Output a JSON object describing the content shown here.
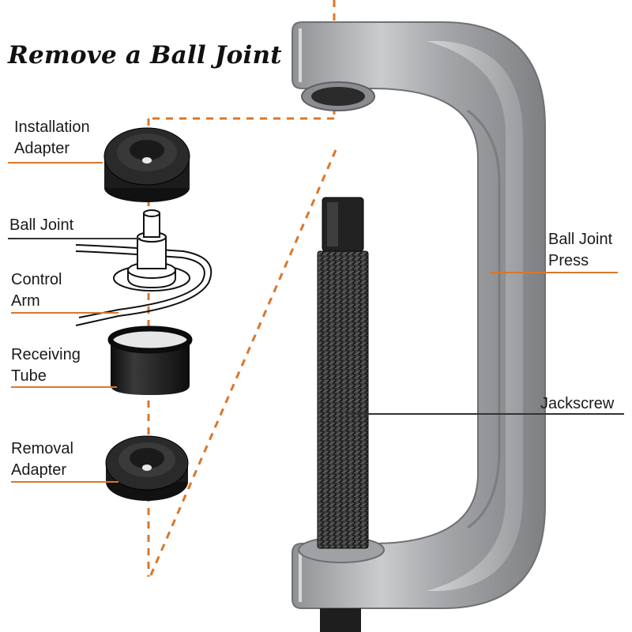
{
  "title": "Remove a Ball Joint",
  "labels": {
    "installation_adapter": [
      "Installation",
      "Adapter"
    ],
    "ball_joint": [
      "Ball Joint"
    ],
    "control_arm": [
      "Control",
      "Arm"
    ],
    "receiving_tube": [
      "Receiving",
      "Tube"
    ],
    "removal_adapter": [
      "Removal",
      "Adapter"
    ],
    "ball_joint_press": [
      "Ball Joint",
      "Press"
    ],
    "jackscrew": [
      "Jackscrew"
    ]
  },
  "colors": {
    "accent": "#d9772b",
    "press_silver": "#a9abae",
    "part_black": "#1c1c1c"
  },
  "icons": [
    "c-frame-press-illustration",
    "threaded-jackscrew-illustration",
    "adapter-cup-illustration",
    "receiving-tube-illustration",
    "ball-joint-illustration"
  ]
}
